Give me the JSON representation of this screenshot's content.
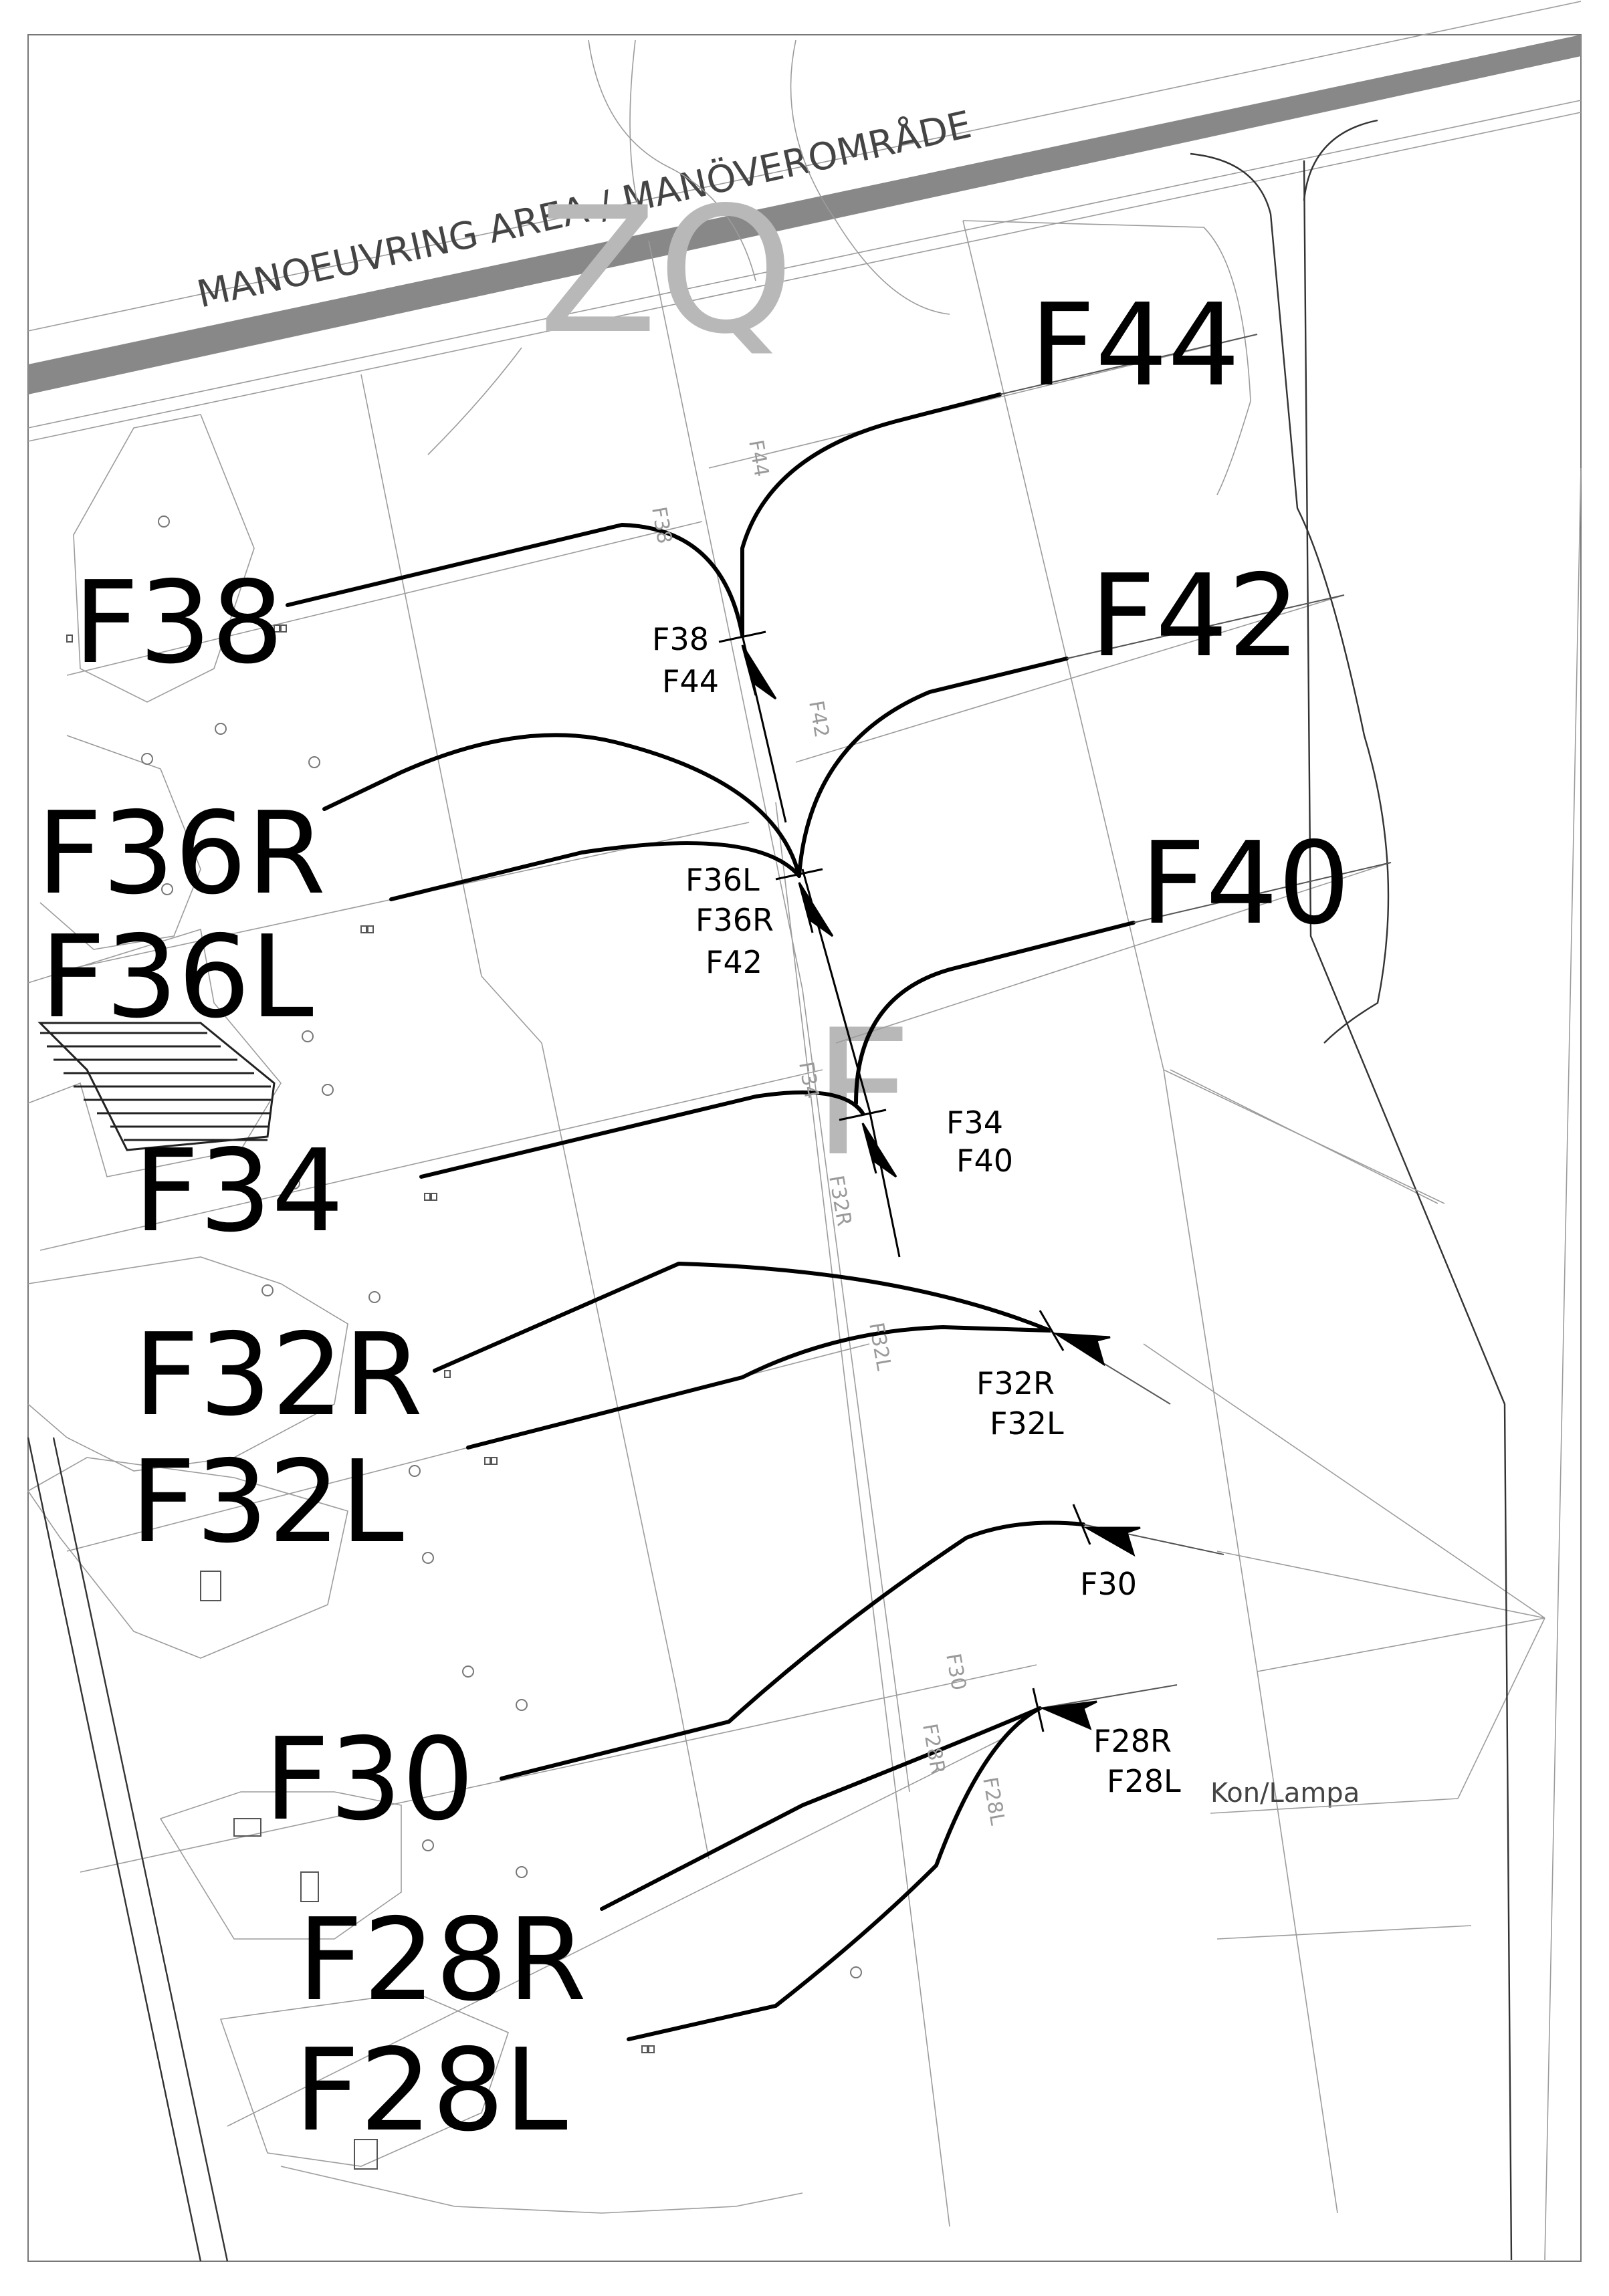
{
  "banner": "MANOEUVRING AREA / MANÖVEROMRÅDE",
  "zones": {
    "zq": "ZQ",
    "f": "F"
  },
  "stands": [
    {
      "id": "F44",
      "label": "F44"
    },
    {
      "id": "F42",
      "label": "F42"
    },
    {
      "id": "F40",
      "label": "F40"
    },
    {
      "id": "F38",
      "label": "F38"
    },
    {
      "id": "F36R",
      "label": "F36R"
    },
    {
      "id": "F36L",
      "label": "F36L"
    },
    {
      "id": "F34",
      "label": "F34"
    },
    {
      "id": "F32R",
      "label": "F32R"
    },
    {
      "id": "F32L",
      "label": "F32L"
    },
    {
      "id": "F30",
      "label": "F30"
    },
    {
      "id": "F28R",
      "label": "F28R"
    },
    {
      "id": "F28L",
      "label": "F28L"
    }
  ],
  "junctions": [
    {
      "id": "j-f38-f44",
      "lines": [
        "F38",
        "F44"
      ]
    },
    {
      "id": "j-f36l-f36r-f42",
      "lines": [
        "F36L",
        "F36R",
        "F42"
      ]
    },
    {
      "id": "j-f34-f40",
      "lines": [
        "F34",
        "F40"
      ]
    },
    {
      "id": "j-f32r-f32l",
      "lines": [
        "F32R",
        "F32L"
      ]
    },
    {
      "id": "j-f30",
      "lines": [
        "F30"
      ]
    },
    {
      "id": "j-f28r-f28l",
      "lines": [
        "F28R",
        "F28L"
      ]
    }
  ],
  "faint_labels": {
    "f44": "F44",
    "f42": "F42",
    "f38": "F38",
    "f34": "F34",
    "f32r": "F32R",
    "f32l": "F32L",
    "f30": "F30",
    "f28r": "F28R",
    "f28l": "F28L"
  },
  "legend_note": "Kon/Lampa"
}
